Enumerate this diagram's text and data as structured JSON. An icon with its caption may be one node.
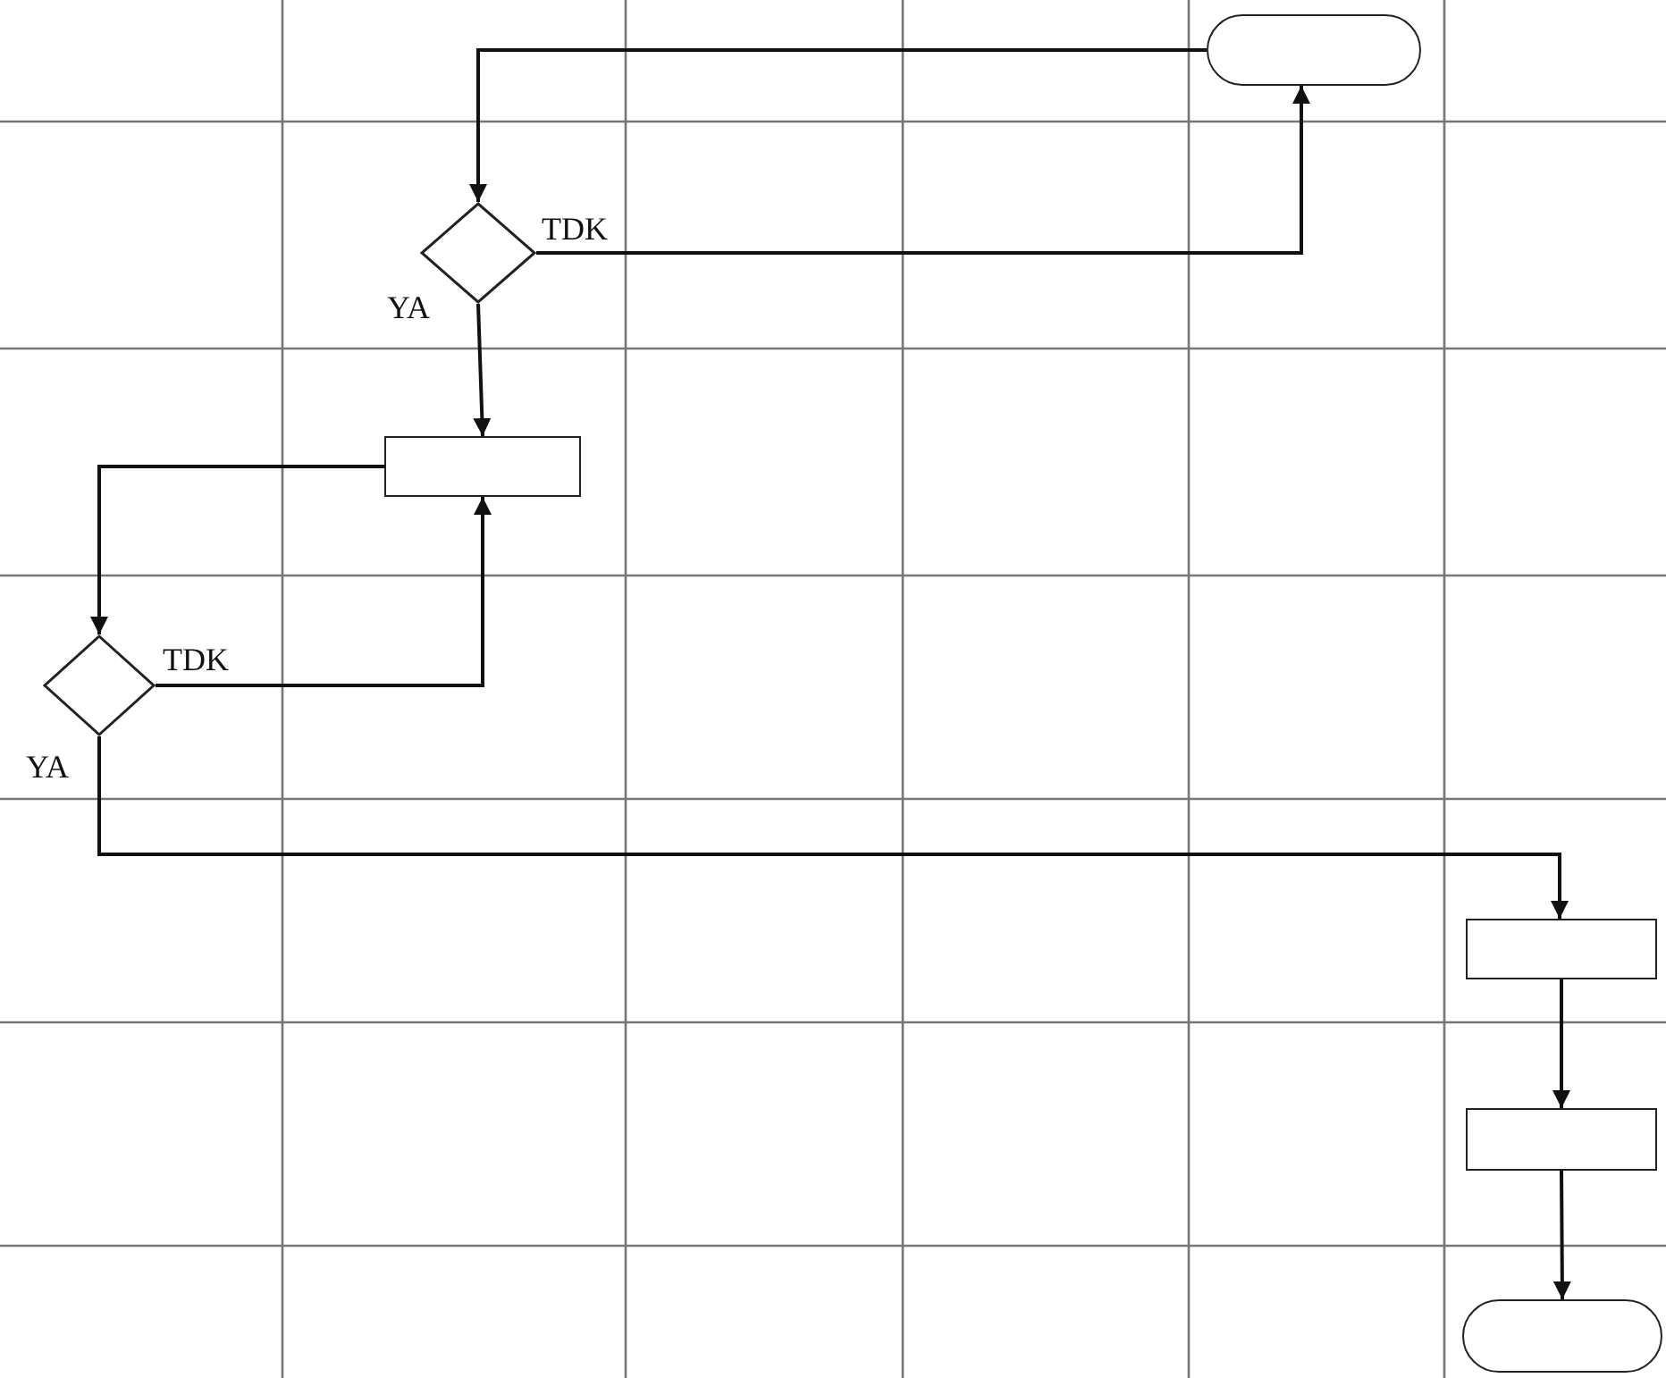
{
  "diagram": {
    "nodes": [
      {
        "text": [],
        "shape": "terminator"
      },
      {
        "text": [],
        "shape": "diamond"
      },
      {
        "text": [],
        "shape": "box"
      },
      {
        "text": [],
        "shape": "diamond"
      },
      {
        "text": [],
        "shape": "box"
      },
      {
        "text": [],
        "shape": "box"
      },
      {
        "text": [],
        "shape": "terminator"
      }
    ],
    "edges": [
      {
        "from": 0,
        "to": 1,
        "arrow": "to"
      },
      {
        "from": 1,
        "to": 0,
        "arrow": "to",
        "label": "TDK"
      },
      {
        "from": 1,
        "to": 2,
        "arrow": "to",
        "label": "YA"
      },
      {
        "from": 2,
        "to": 3,
        "arrow": "to"
      },
      {
        "from": 3,
        "to": 2,
        "arrow": "to",
        "label": "TDK"
      },
      {
        "from": 3,
        "to": 4,
        "arrow": "to",
        "label": "YA"
      },
      {
        "from": 4,
        "to": 5,
        "arrow": "to"
      },
      {
        "from": 5,
        "to": 6,
        "arrow": "to"
      }
    ]
  }
}
